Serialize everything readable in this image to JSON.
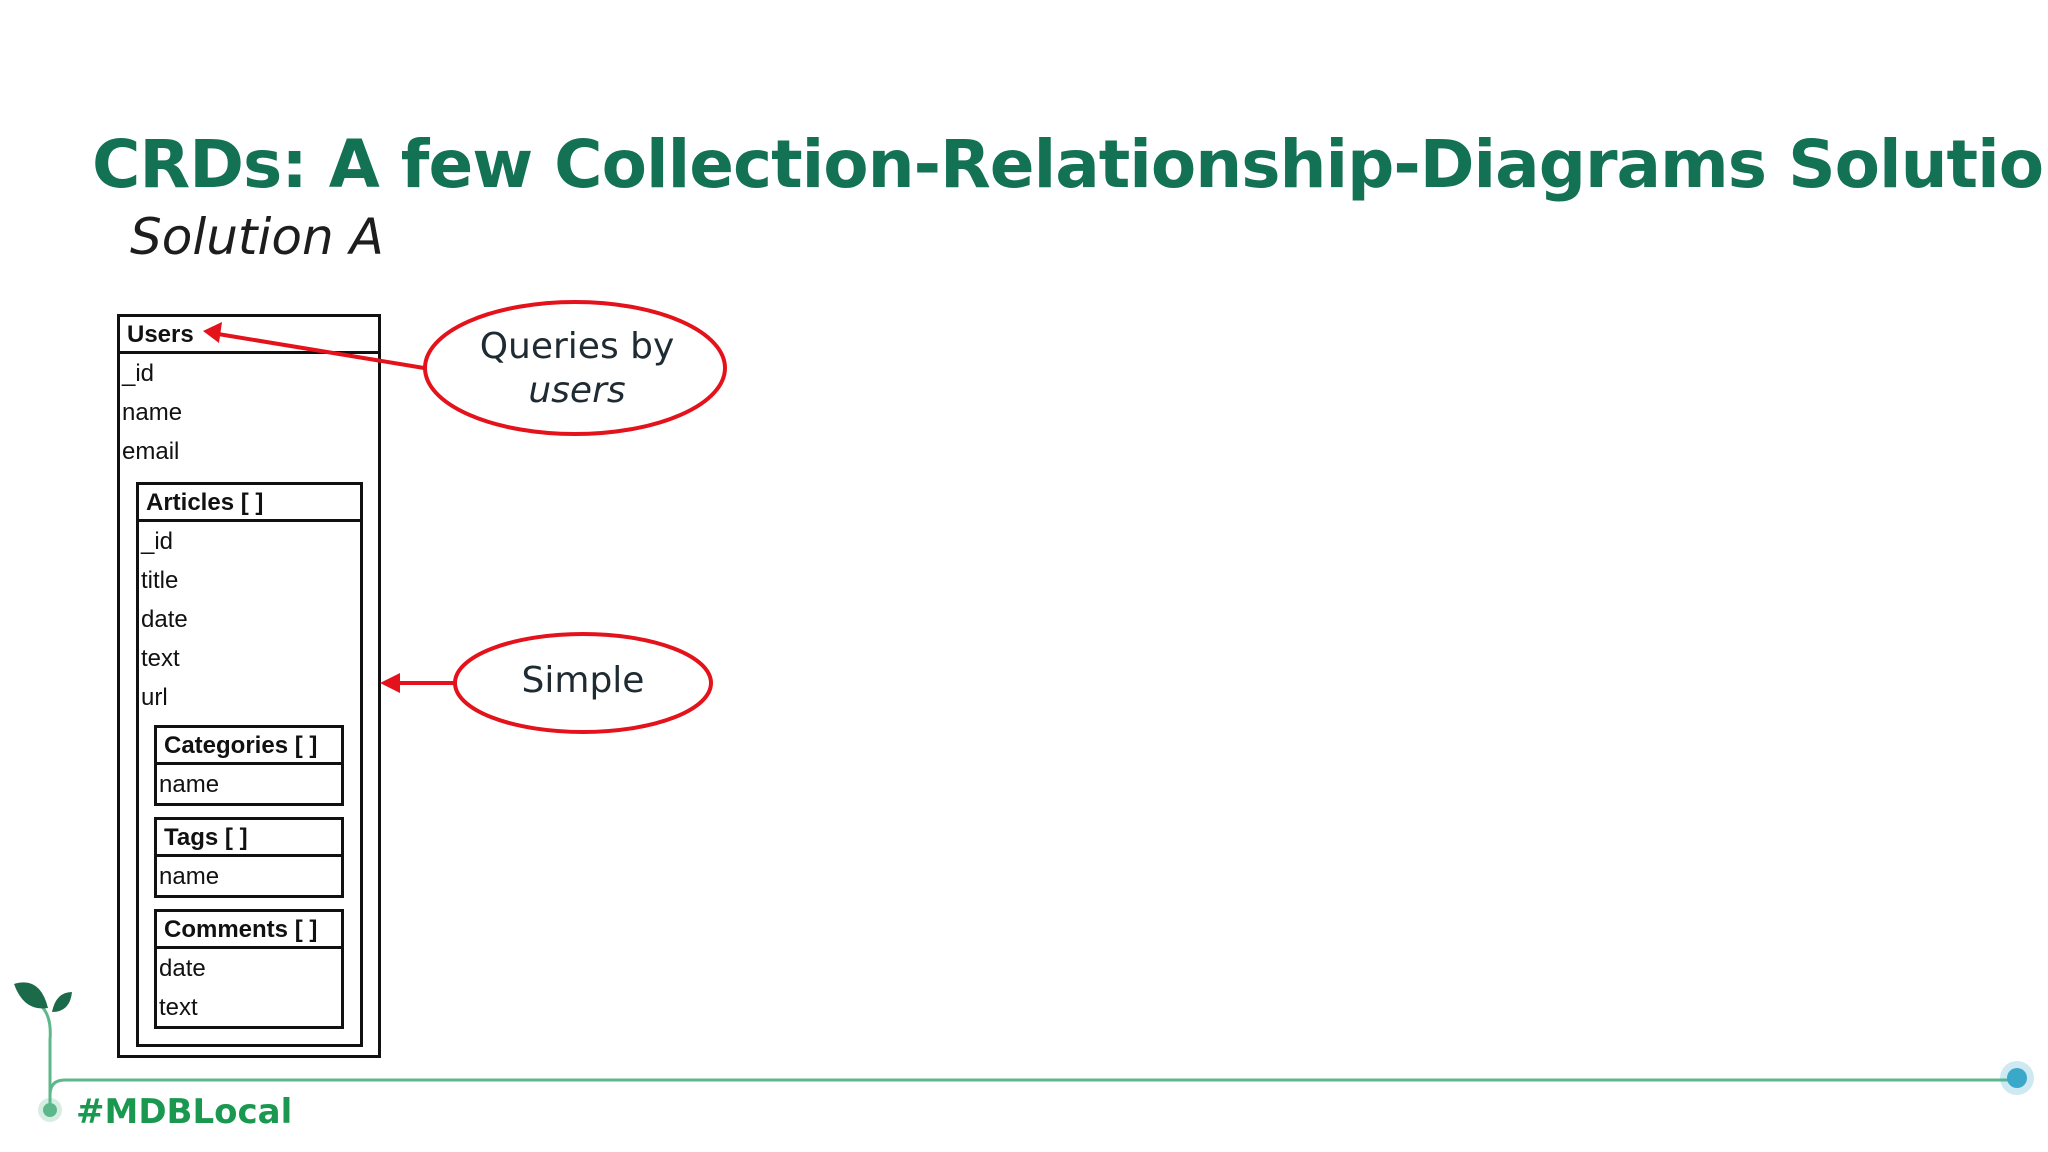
{
  "slide": {
    "title": "CRDs: A few Collection-Relationship-Diagrams Solutions",
    "subtitle": "Solution A"
  },
  "diagram": {
    "users": {
      "title": "Users",
      "fields": [
        "_id",
        "name",
        "email"
      ],
      "articles": {
        "title": "Articles [ ]",
        "fields": [
          "_id",
          "title",
          "date",
          "text",
          "url"
        ],
        "categories": {
          "title": "Categories [ ]",
          "fields": [
            "name"
          ]
        },
        "tags": {
          "title": "Tags [ ]",
          "fields": [
            "name"
          ]
        },
        "comments": {
          "title": "Comments [ ]",
          "fields": [
            "date",
            "text"
          ]
        }
      }
    }
  },
  "callouts": {
    "queries_line1": "Queries by",
    "queries_line2": "users",
    "simple": "Simple"
  },
  "footer": {
    "hashtag": "#MDBLocal"
  },
  "colors": {
    "title": "#137254",
    "callout_red": "#e3121b",
    "footer_green": "#1a9850",
    "footer_line": "#5cb88a",
    "footer_dot": "#3aa8c8"
  }
}
